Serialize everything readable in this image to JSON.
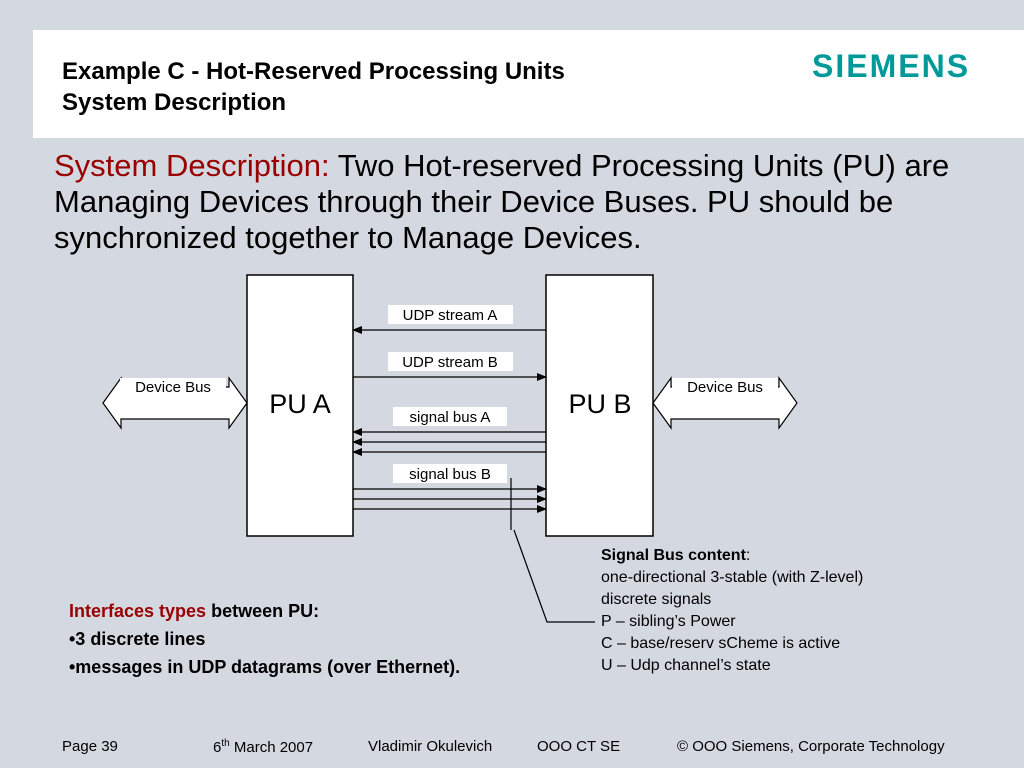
{
  "header": {
    "title_line1": "Example C - Hot-Reserved Processing Units",
    "title_line2": "System Description",
    "logo_text": "SIEMENS"
  },
  "intro": {
    "lead": "System Description:",
    "text": " Two Hot-reserved Processing Units (PU) are Managing Devices through their Device Buses. PU should be synchronized together to Manage Devices."
  },
  "diagram": {
    "pu_a": "PU A",
    "pu_b": "PU B",
    "device_bus_left": "Device Bus",
    "device_bus_right": "Device Bus",
    "udp_stream_a": "UDP stream A",
    "udp_stream_b": "UDP stream B",
    "signal_bus_a": "signal bus  A",
    "signal_bus_b": "signal bus  B"
  },
  "interfaces": {
    "title_red": "Interfaces types",
    "title_rest": " between PU:",
    "item1": "•3 discrete lines",
    "item2": "•messages in UDP datagrams (over Ethernet)."
  },
  "signal_bus_content": {
    "title": "Signal Bus content",
    "title_suffix": ":",
    "line1": "one-directional 3-stable (with Z-level)",
    "line2": "discrete signals",
    "line3": "P – sibling’s Power",
    "line4": "C – base/reserv sCheme is active",
    "line5": "U – Udp channel’s state"
  },
  "footer": {
    "page": "Page 39",
    "date_day": "6",
    "date_sup": "th",
    "date_rest": " March 2007",
    "author": "Vladimir Okulevich",
    "org": "OOO CT SE",
    "copyright": "© OOO Siemens, Corporate Technology"
  },
  "colors": {
    "background": "#d4d8e0",
    "accent_red": "#990000",
    "logo": "#009999"
  }
}
